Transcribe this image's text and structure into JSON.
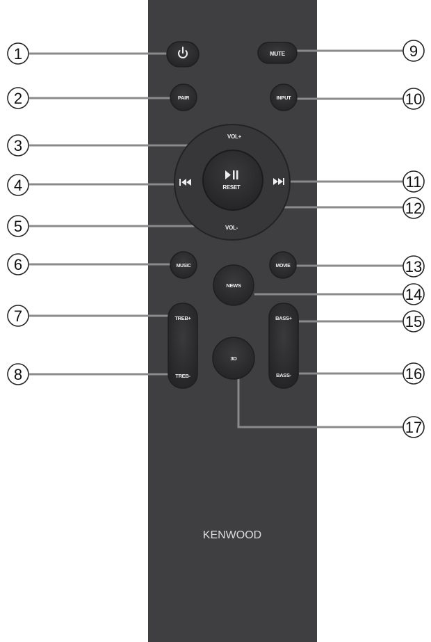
{
  "brand": "KENWOOD",
  "colors": {
    "remote_body": "#3f3f41",
    "button": "#2f2f31",
    "dpad_ring": "#373739",
    "button_label": "#eeeeee",
    "callout_line": "#777777"
  },
  "buttons": {
    "power": {
      "icon": "power-icon"
    },
    "mute": "MUTE",
    "pair": "PAIR",
    "input": "INPUT",
    "vol_up": "VOL+",
    "vol_down": "VOL-",
    "prev": {
      "icon": "skip-back-icon"
    },
    "next": {
      "icon": "skip-forward-icon"
    },
    "play_pause": {
      "icon": "play-pause-icon",
      "label": "RESET"
    },
    "music": "MUSIC",
    "movie": "MOVIE",
    "news": "NEWS",
    "treb_up": "TREB+",
    "treb_down": "TREB-",
    "bass_up": "BASS+",
    "bass_down": "BASS-",
    "three_d": "3D"
  },
  "callouts": [
    "1",
    "2",
    "3",
    "4",
    "5",
    "6",
    "7",
    "8",
    "9",
    "10",
    "11",
    "12",
    "13",
    "14",
    "15",
    "16",
    "17"
  ]
}
